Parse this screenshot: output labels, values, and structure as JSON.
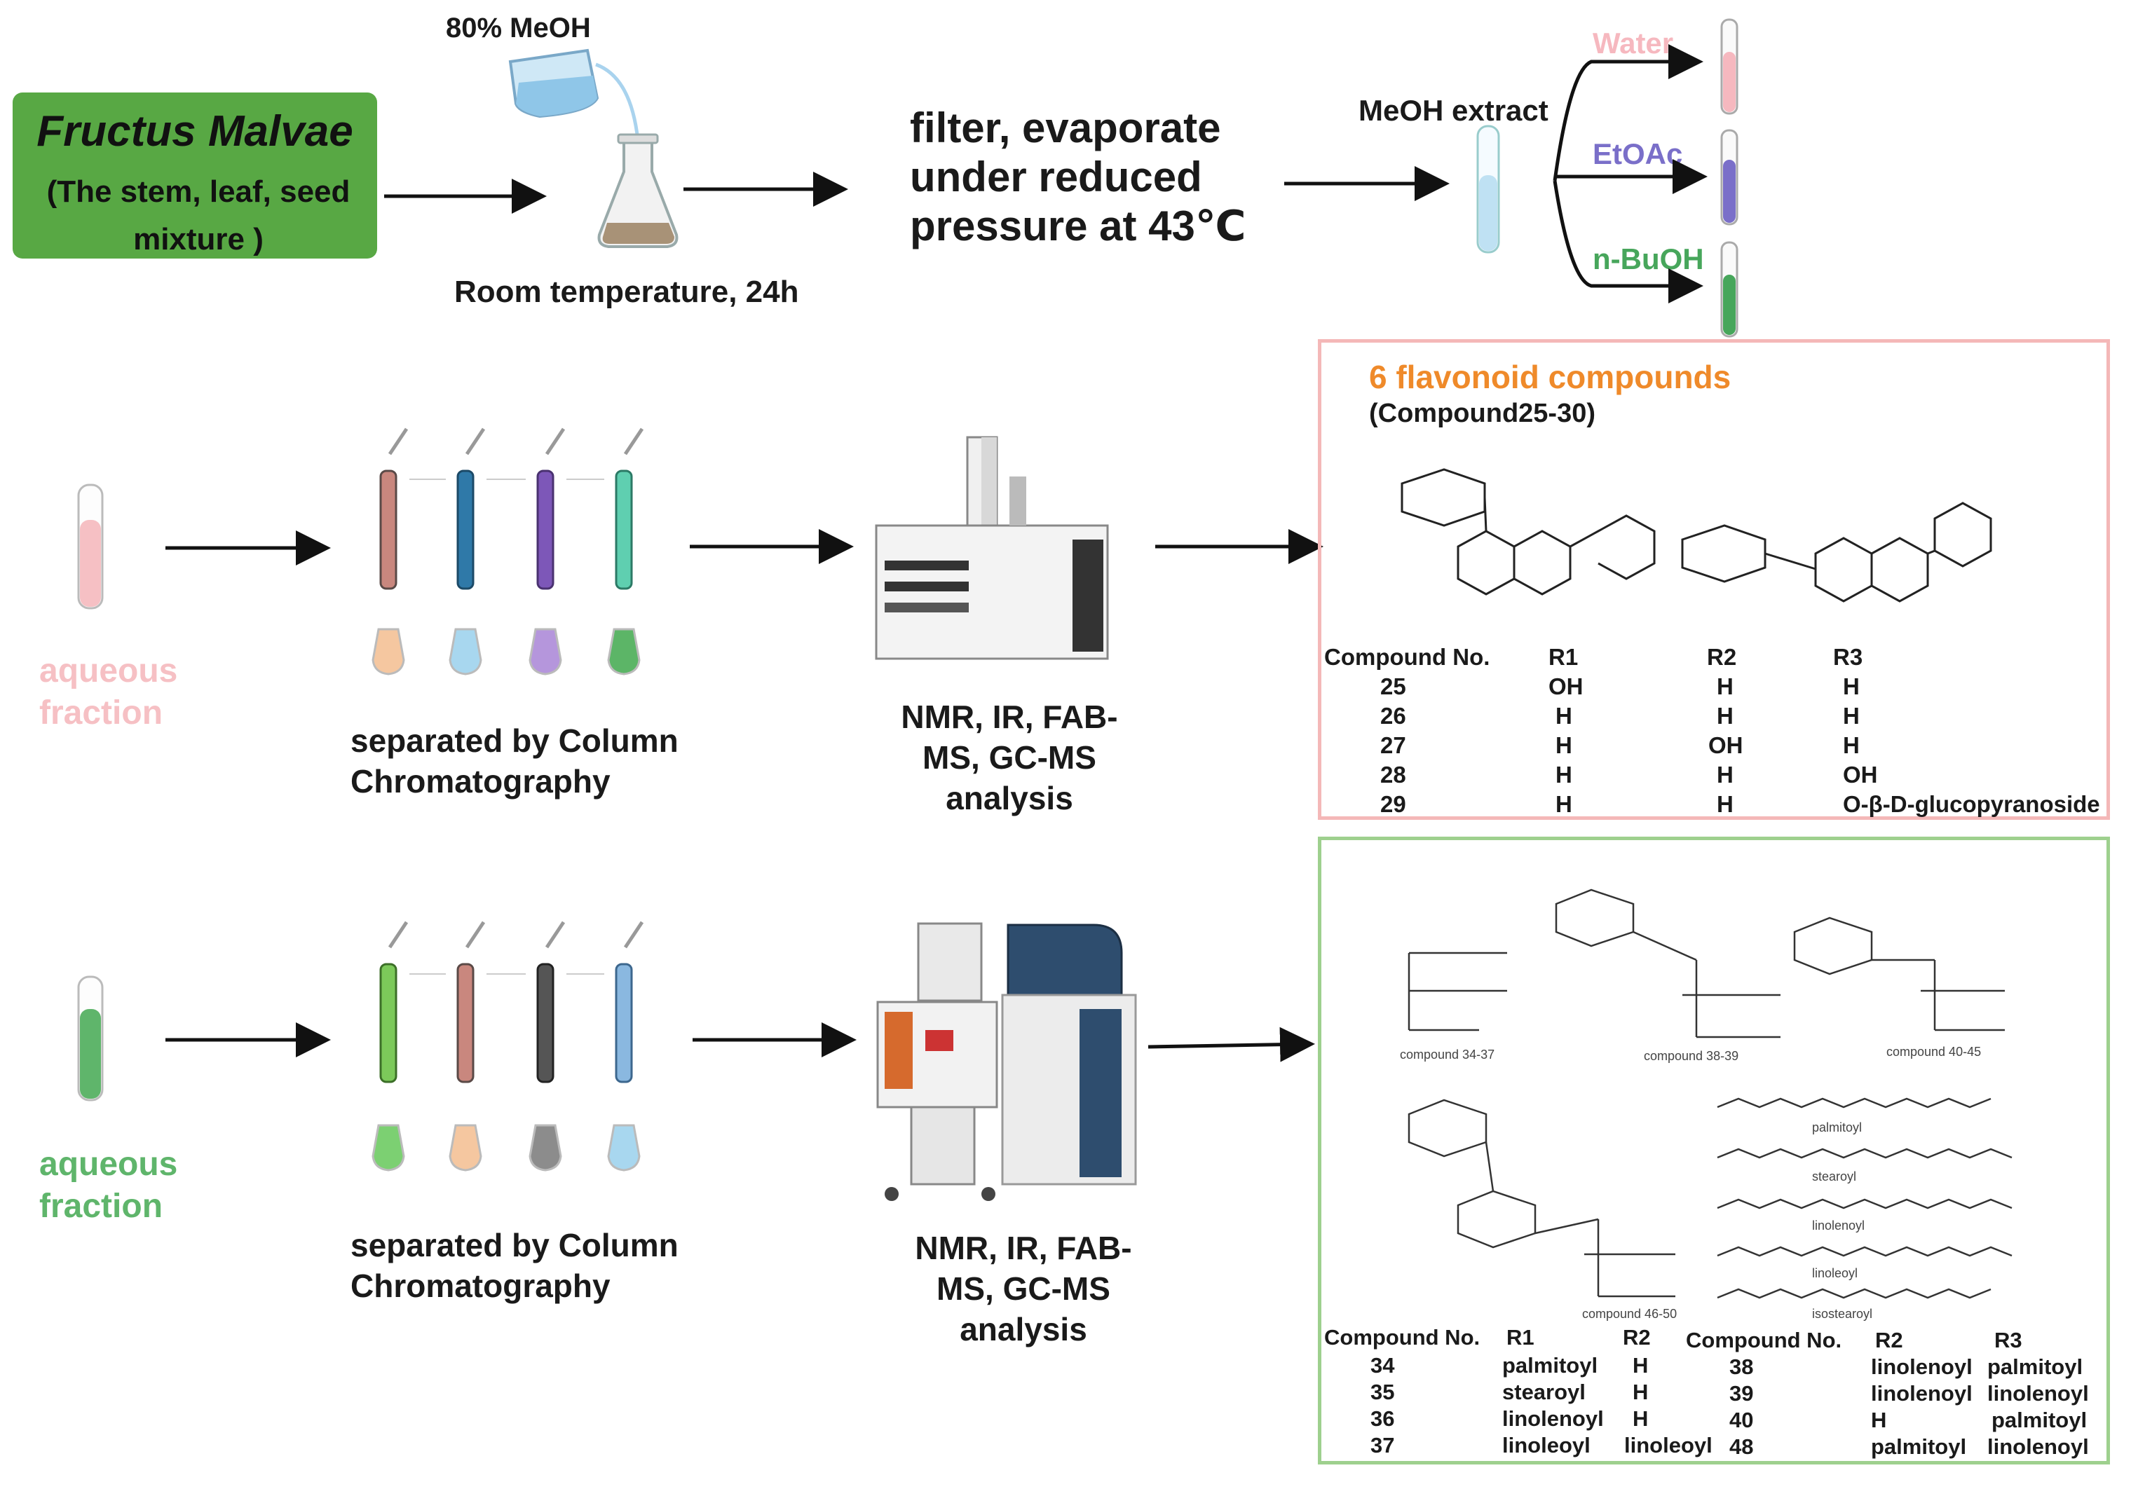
{
  "source": {
    "title": "Fructus Malvae",
    "subtitle": "(The stem, leaf, seed mixture )"
  },
  "solvent_label": "80% MeOH",
  "soak_label": "Room temperature, 24h",
  "evaporate_label": "filter, evaporate under reduced pressure at 43℃",
  "extract_label": "MeOH extract",
  "partitions": [
    {
      "label": "Water",
      "color": "#f6b8bf"
    },
    {
      "label": "EtOAc",
      "color": "#7a6fc9"
    },
    {
      "label": "n-BuOH",
      "color": "#47a65b"
    }
  ],
  "row1": {
    "fraction_label": "aqueous fraction",
    "fraction_color": "#f6c0c4",
    "separation_label": "separated by Column Chromatography",
    "analysis_label": "NMR, IR, FAB-MS, GC-MS analysis"
  },
  "row2": {
    "fraction_label": "aqueous fraction",
    "fraction_color": "#5fb56b",
    "separation_label": "separated by Column Chromatography",
    "analysis_label": "NMR, IR, FAB-MS, GC-MS analysis"
  },
  "flavonoid_panel": {
    "title": "6 flavonoid compounds",
    "subtitle": "(Compound25-30)",
    "title_color": "#ef8a2a",
    "headers": [
      "Compound No.",
      "R1",
      "R2",
      "R3"
    ],
    "rows": [
      [
        "25",
        "OH",
        "H",
        "H"
      ],
      [
        "26",
        "H",
        "H",
        "H"
      ],
      [
        "27",
        "H",
        "OH",
        "H"
      ],
      [
        "28",
        "H",
        "H",
        "OH"
      ],
      [
        "29",
        "H",
        "H",
        "O-β-D-glucopyranoside"
      ]
    ]
  },
  "lipid_panel": {
    "structure_labels": [
      "compound 34-37",
      "compound 38-39",
      "compound 40-45",
      "compound 46-50"
    ],
    "chain_labels": [
      "palmitoyl",
      "stearoyl",
      "linolenoyl",
      "linoleoyl",
      "isostearoyl"
    ],
    "left_headers": [
      "Compound No.",
      "R1",
      "R2"
    ],
    "left_rows": [
      [
        "34",
        "palmitoyl",
        "H"
      ],
      [
        "35",
        "stearoyl",
        "H"
      ],
      [
        "36",
        "linolenoyl",
        "H"
      ],
      [
        "37",
        "linoleoyl",
        "linoleoyl"
      ]
    ],
    "right_headers": [
      "Compound No.",
      "R2",
      "R3"
    ],
    "right_rows": [
      [
        "38",
        "linolenoyl",
        "palmitoyl"
      ],
      [
        "39",
        "linolenoyl",
        "linolenoyl"
      ],
      [
        "40",
        "H",
        "palmitoyl"
      ],
      [
        "48",
        "palmitoyl",
        "linolenoyl"
      ]
    ]
  },
  "column_reagent_colors_row1": [
    "#c9877e",
    "#2f79a8",
    "#7d57b8",
    "#5fcfb0"
  ],
  "flask_colors_row1": [
    "#f5c7a0",
    "#a8d7ef",
    "#b596dc",
    "#5cb567"
  ],
  "column_reagent_colors_row2": [
    "#7cc95a",
    "#c9877e",
    "#555555",
    "#8ab8e0"
  ],
  "flask_colors_row2": [
    "#7cd072",
    "#f5c7a0",
    "#8c8c8c",
    "#a8d7ef"
  ]
}
